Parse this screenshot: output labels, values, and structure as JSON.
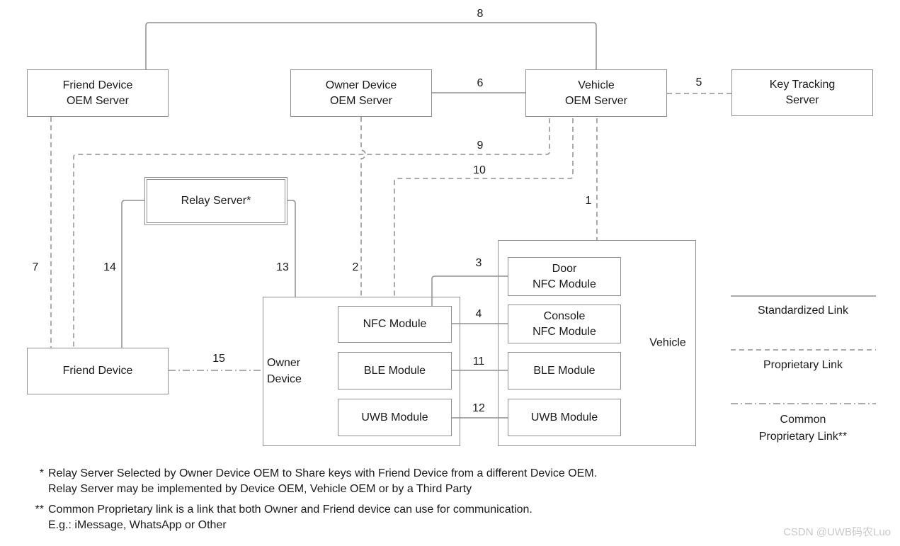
{
  "nodes": {
    "friend_oem": {
      "line1": "Friend Device",
      "line2": "OEM Server"
    },
    "owner_oem": {
      "line1": "Owner Device",
      "line2": "OEM Server"
    },
    "vehicle_oem": {
      "line1": "Vehicle",
      "line2": "OEM Server"
    },
    "key_tracking": {
      "line1": "Key Tracking",
      "line2": "Server"
    },
    "relay": {
      "label": "Relay Server*"
    },
    "friend_device": {
      "label": "Friend Device"
    },
    "owner_device": {
      "line1": "Owner",
      "line2": "Device"
    },
    "owner_nfc": {
      "label": "NFC Module"
    },
    "owner_ble": {
      "label": "BLE Module"
    },
    "owner_uwb": {
      "label": "UWB Module"
    },
    "vehicle": {
      "label": "Vehicle"
    },
    "door_nfc": {
      "line1": "Door",
      "line2": "NFC Module"
    },
    "console_nfc": {
      "line1": "Console",
      "line2": "NFC Module"
    },
    "vehicle_ble": {
      "label": "BLE Module"
    },
    "vehicle_uwb": {
      "label": "UWB Module"
    }
  },
  "links": {
    "1": "1",
    "2": "2",
    "3": "3",
    "4": "4",
    "5": "5",
    "6": "6",
    "7": "7",
    "8": "8",
    "9": "9",
    "10": "10",
    "11": "11",
    "12": "12",
    "13": "13",
    "14": "14",
    "15": "15"
  },
  "legend": [
    {
      "style": "solid",
      "label": "Standardized Link"
    },
    {
      "style": "dashed",
      "label": "Proprietary Link"
    },
    {
      "style": "dashdot",
      "line1": "Common",
      "line2": "Proprietary Link**"
    }
  ],
  "footnotes": [
    {
      "marker": "*",
      "line1": "Relay Server Selected by Owner Device OEM to Share keys with Friend Device from a different Device OEM.",
      "line2": "Relay Server may be implemented by Device OEM, Vehicle OEM or by a Third Party"
    },
    {
      "marker": "**",
      "line1": "Common Proprietary link is a link that both Owner and Friend device can use for communication.",
      "line2": "E.g.: iMessage, WhatsApp or Other"
    }
  ],
  "watermark": "CSDN @UWB码农Luo",
  "colors": {
    "line": "#8f8f8f",
    "text": "#1a1a1a",
    "watermark": "#c9c9c9"
  }
}
